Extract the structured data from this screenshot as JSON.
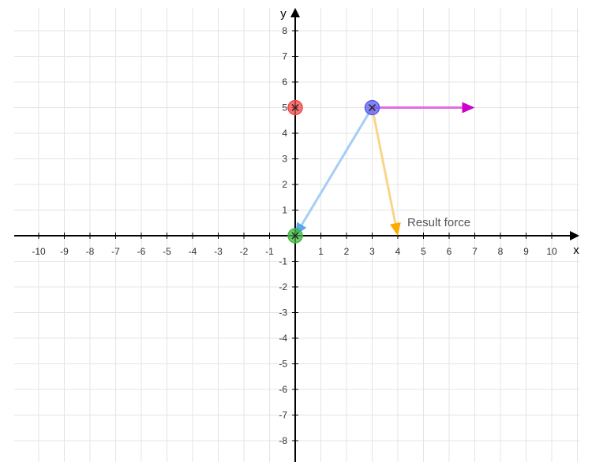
{
  "chart_data": {
    "type": "scatter",
    "title": "",
    "xlabel": "x",
    "ylabel": "y",
    "xlim": [
      -10,
      10
    ],
    "ylim": [
      -8,
      8
    ],
    "grid": true,
    "x_ticks": [
      -10,
      -9,
      -8,
      -7,
      -6,
      -5,
      -4,
      -3,
      -2,
      -1,
      1,
      2,
      3,
      4,
      5,
      6,
      7,
      8,
      9,
      10
    ],
    "y_ticks": [
      -8,
      -7,
      -6,
      -5,
      -4,
      -3,
      -2,
      -1,
      1,
      2,
      3,
      4,
      5,
      6,
      7,
      8
    ],
    "points": [
      {
        "id": "red-point",
        "x": 0,
        "y": 5,
        "color": "#f04848"
      },
      {
        "id": "blue-point",
        "x": 3,
        "y": 5,
        "color": "#5c5cf0"
      },
      {
        "id": "green-point",
        "x": 0,
        "y": 0,
        "color": "#3fb83f"
      }
    ],
    "vectors": [
      {
        "id": "vector-to-origin",
        "from": [
          3,
          5
        ],
        "to": [
          0,
          0
        ],
        "color": "#a6cdf7",
        "head_color": "#5aa7f2",
        "label": ""
      },
      {
        "id": "vector-horizontal",
        "from": [
          3,
          5
        ],
        "to": [
          7,
          5
        ],
        "color": "#e36be3",
        "head_color": "#cc00cc",
        "label": ""
      },
      {
        "id": "vector-result-force",
        "from": [
          3,
          5
        ],
        "to": [
          4,
          0
        ],
        "color": "#fad588",
        "head_color": "#fbaa00",
        "label": "Result force"
      }
    ]
  }
}
